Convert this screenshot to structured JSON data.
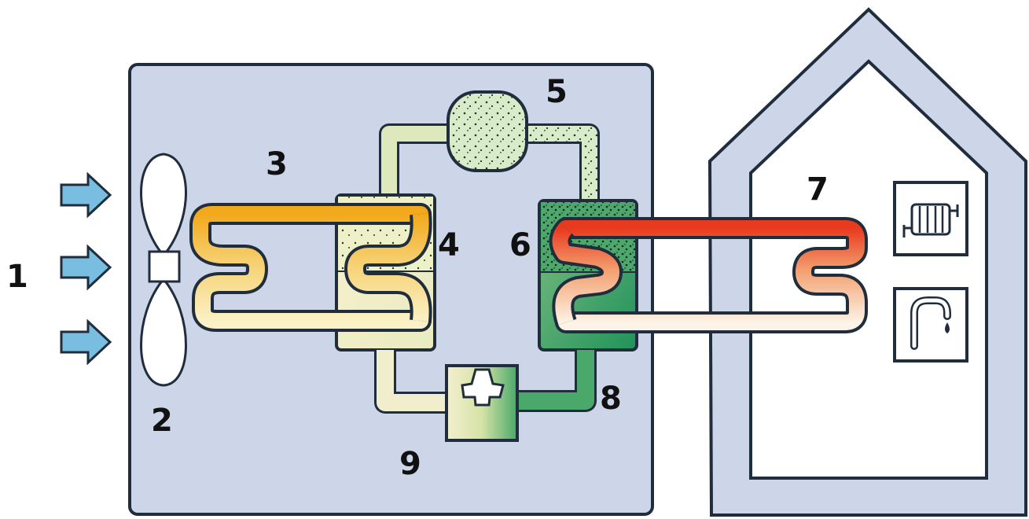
{
  "labels": {
    "l1": "1",
    "l2": "2",
    "l3": "3",
    "l4": "4",
    "l5": "5",
    "l6": "6",
    "l7": "7",
    "l8": "8",
    "l9": "9"
  },
  "colors": {
    "panel_fill": "#cdd5e8",
    "outline": "#1f2d3c",
    "air_arrow": "#79bde0",
    "evaporator_coil": "#f0b323",
    "condenser_coil": "#ea4a22",
    "refrigerant_green": "#3fa56a",
    "refrigerant_cream": "#f3efc9"
  },
  "icons": {
    "heating": "radiator-icon",
    "hot_water": "faucet-icon",
    "fan": "fan-icon",
    "expansion_valve": "expansion-valve-icon"
  }
}
